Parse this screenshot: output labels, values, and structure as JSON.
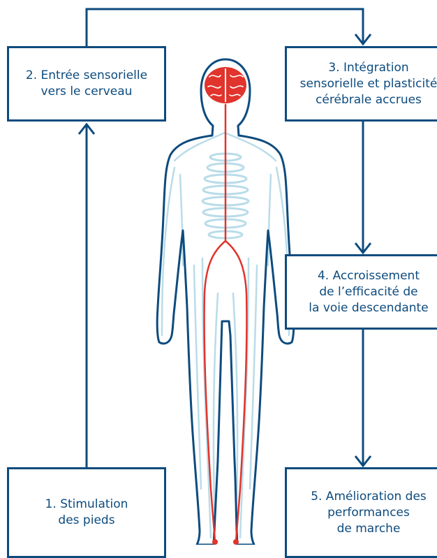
{
  "boxes": [
    {
      "id": "1",
      "label": "1. Stimulation\ndes pieds"
    },
    {
      "id": "2",
      "label": "2. Entrée sensorielle\nvers le cerveau"
    },
    {
      "id": "3",
      "label": "3. Intégration\nsensorielle et plasticité\ncérébrale accrues"
    },
    {
      "id": "4",
      "label": "4. Accroissement\nde l’efficacité de\nla voie descendante"
    },
    {
      "id": "5",
      "label": "5. Amélioration des\nperformances\nde marche"
    }
  ],
  "colors": {
    "flow": "#0d4b7e",
    "body_outline": "#0d4b7e",
    "nerves": "#b9dce9",
    "brain_and_pathway": "#e0342c"
  },
  "icons": [
    "human-body-figure",
    "brain-icon"
  ]
}
